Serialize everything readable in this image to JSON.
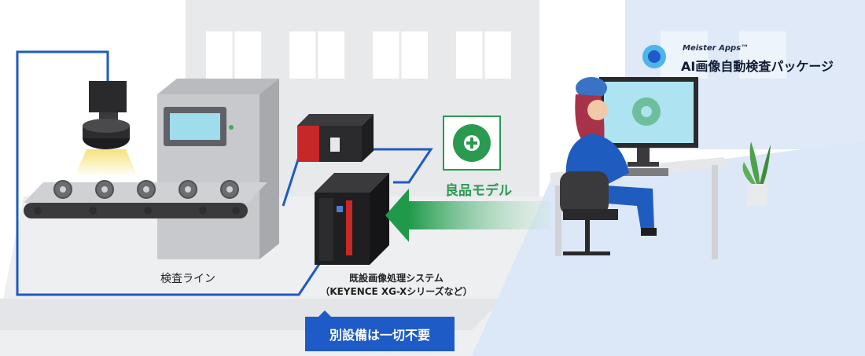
{
  "labels": {
    "inspection_line": "検査ライン",
    "existing_system_line1": "既設画像処理システム",
    "existing_system_line2": "（KEYENCE XG-Xシリーズなど）",
    "no_extra_equipment": "別設備は一切不要",
    "good_model": "良品モデル"
  },
  "app": {
    "subtitle": "Meister Apps™",
    "title": "AI画像自動検査パッケージ"
  },
  "colors": {
    "wire": "#1e5bc6",
    "badge": "#1e5bc6",
    "model_green": "#2a9a50",
    "office_bg": "#dce7f7",
    "factory_bg": "#e6e7e9"
  },
  "icons": [
    "camera-icon",
    "gear-icon",
    "plc-icon",
    "controller-icon",
    "monitor-icon",
    "operator-icon",
    "plant-icon",
    "brand-logo-icon"
  ]
}
